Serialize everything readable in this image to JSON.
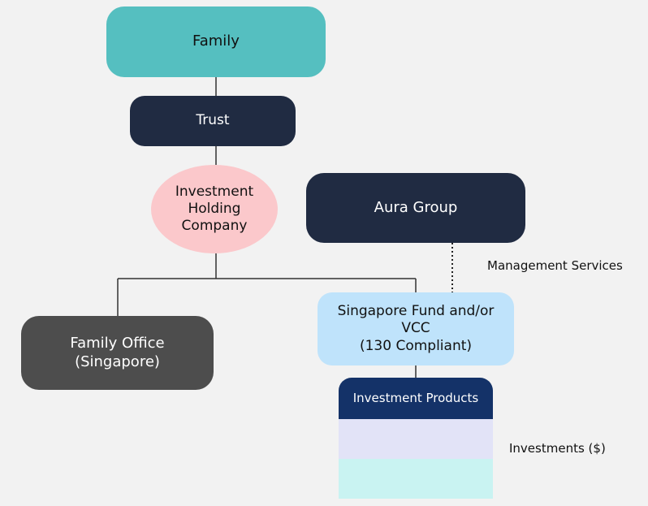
{
  "nodes": {
    "family": "Family",
    "trust": "Trust",
    "investment_holding_company": "Investment\nHolding\nCompany",
    "aura_group": "Aura Group",
    "family_office": "Family Office\n(Singapore)",
    "singapore_fund": "Singapore Fund and/or\nVCC\n(130 Compliant)",
    "investment_products": "Investment Products"
  },
  "labels": {
    "management_services": "Management Services",
    "investments": "Investments ($)"
  },
  "colors": {
    "family": "#55bfc0",
    "trust": "#202b42",
    "investment_holding_company": "#fbc8cb",
    "aura_group": "#202b42",
    "family_office": "#4d4d4d",
    "singapore_fund": "#bfe3fb",
    "investment_products_header": "#143268",
    "investment_products_row_1": "#e2e3f7",
    "investment_products_row_2": "#c9f3f2",
    "background": "#f2f2f2"
  }
}
